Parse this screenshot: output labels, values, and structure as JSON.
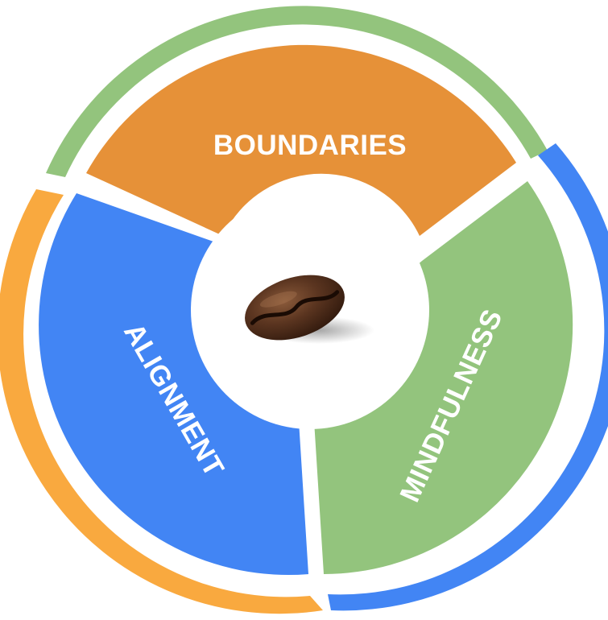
{
  "diagram": {
    "center_icon": "coffee-bean-icon",
    "segments": [
      {
        "label": "BOUNDARIES",
        "color": "#E69138"
      },
      {
        "label": "MINDFULNESS",
        "color": "#93C47D"
      },
      {
        "label": "ALIGNMENT",
        "color": "#4285F4"
      }
    ],
    "outer_ring": [
      {
        "color": "#93C47D"
      },
      {
        "color": "#4285F4"
      },
      {
        "color": "#F9A93F"
      }
    ]
  }
}
